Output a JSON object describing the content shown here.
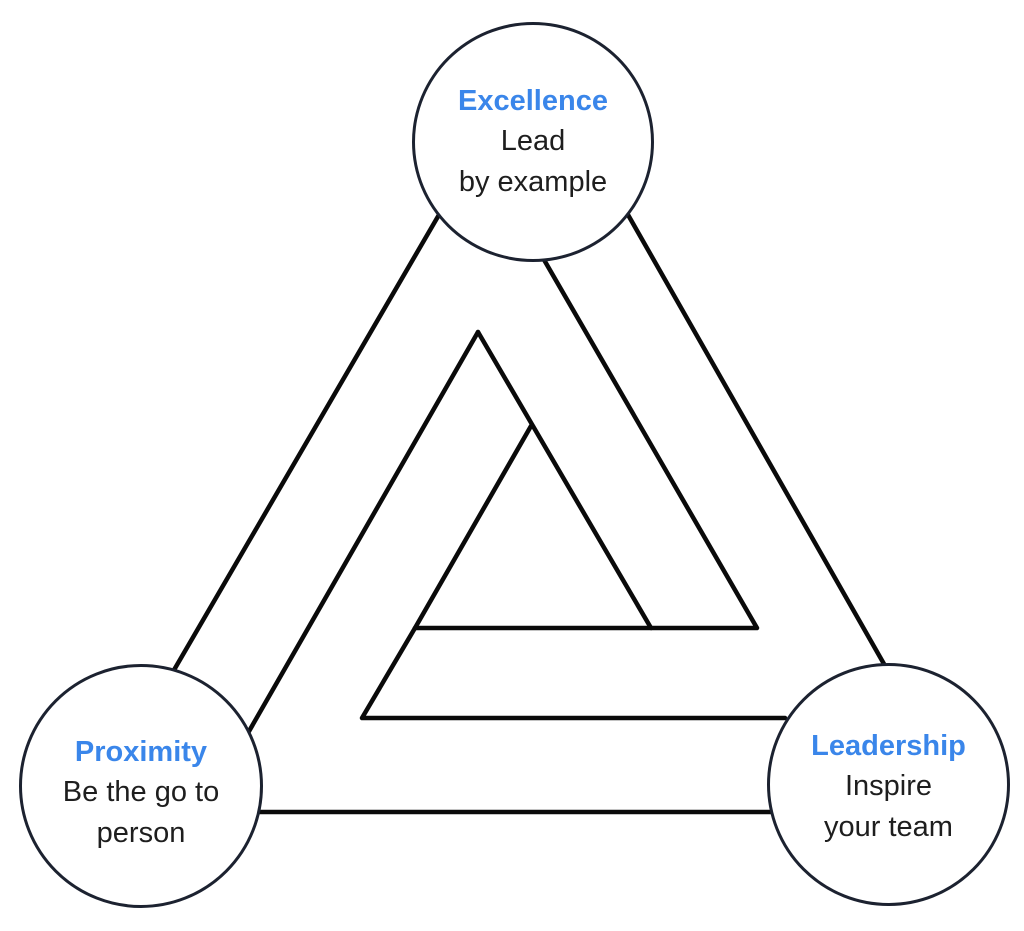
{
  "accent_color": "#3a86ea",
  "line_color": "#0a0a0a",
  "circle_border_color": "#1c2230",
  "text_color": "#1e1e1e",
  "nodes": {
    "excellence": {
      "title": "Excellence",
      "line1": "Lead",
      "line2": "by example"
    },
    "proximity": {
      "title": "Proximity",
      "line1": "Be the go to",
      "line2": "person"
    },
    "leadership": {
      "title": "Leadership",
      "line1": "Inspire",
      "line2": "your team"
    }
  }
}
